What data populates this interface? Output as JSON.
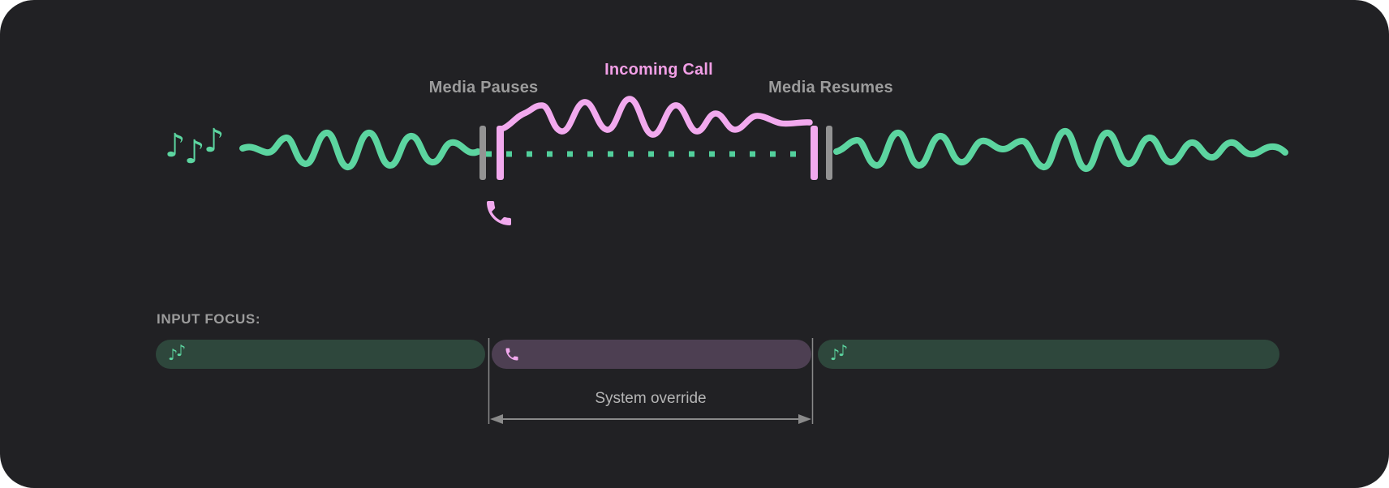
{
  "timeline": {
    "media_pauses_label": "Media Pauses",
    "incoming_call_label": "Incoming Call",
    "media_resumes_label": "Media Resumes"
  },
  "input_focus": {
    "heading": "INPUT FOCUS:",
    "system_override_label": "System override",
    "segments": [
      {
        "name": "media-before-call",
        "kind": "media",
        "icon": "music-notes-icon"
      },
      {
        "name": "incoming-call",
        "kind": "call",
        "icon": "phone-icon"
      },
      {
        "name": "media-after-call",
        "kind": "media",
        "icon": "music-notes-icon"
      }
    ]
  },
  "icons": {
    "note_glyph": "♪"
  },
  "colors": {
    "card_bg": "#212124",
    "media_green": "#5CD5A0",
    "media_green_dim": "#2E473C",
    "call_pink": "#F2A9EE",
    "call_pink_dim": "#4D3F52",
    "marker_gray": "#939393",
    "label_gray": "#9C9C9C",
    "incoming_pink": "#F29FE6",
    "annotation_gray": "#B5B5B5",
    "guide_gray": "#8A8A8A",
    "dot_green": "#52D09C"
  }
}
